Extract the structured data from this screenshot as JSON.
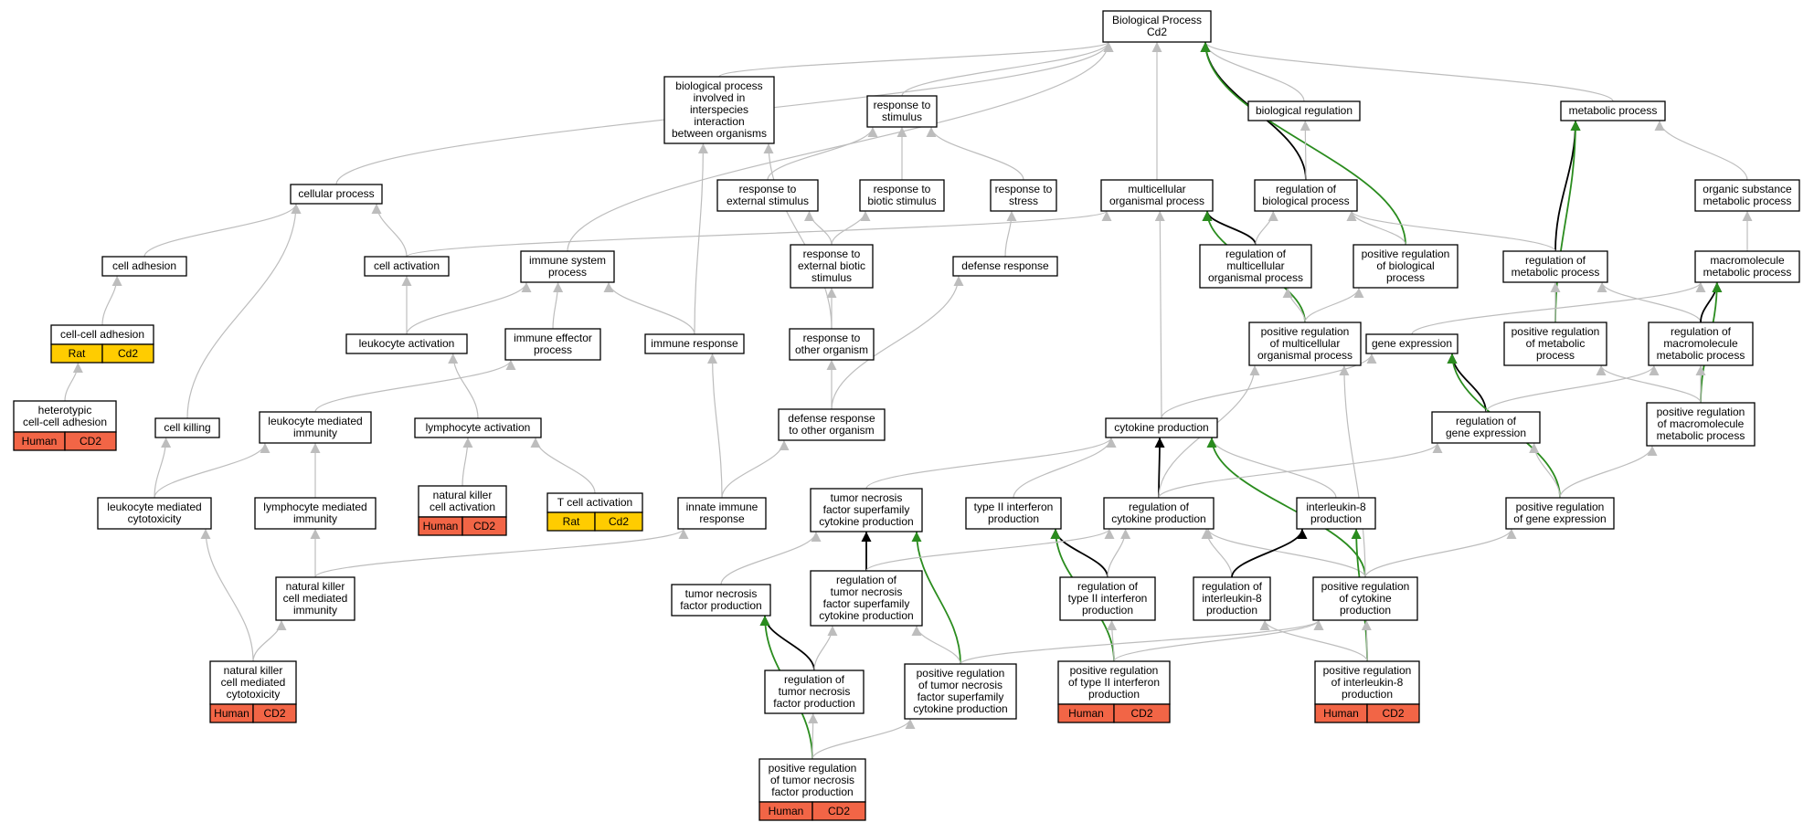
{
  "graph_title": "",
  "colors": {
    "edge_gray": "#bdbdbd",
    "edge_black": "#000000",
    "edge_green": "#2a8c1e",
    "tag_human": "#f26546",
    "tag_rat": "#ffcc00",
    "node_border": "#000000"
  },
  "nodes": [
    {
      "id": "bp",
      "lines": [
        "Biological Process",
        "Cd2"
      ]
    },
    {
      "id": "bpi",
      "lines": [
        "biological process",
        "involved in",
        "interspecies",
        "interaction",
        "between organisms"
      ]
    },
    {
      "id": "rts",
      "lines": [
        "response to",
        "stimulus"
      ]
    },
    {
      "id": "breg",
      "lines": [
        "biological regulation"
      ]
    },
    {
      "id": "metab",
      "lines": [
        "metabolic process"
      ]
    },
    {
      "id": "cellp",
      "lines": [
        "cellular process"
      ]
    },
    {
      "id": "rext",
      "lines": [
        "response to",
        "external stimulus"
      ]
    },
    {
      "id": "rbio",
      "lines": [
        "response to",
        "biotic stimulus"
      ]
    },
    {
      "id": "rstress",
      "lines": [
        "response to",
        "stress"
      ]
    },
    {
      "id": "multi",
      "lines": [
        "multicellular",
        "organismal process"
      ]
    },
    {
      "id": "regbio",
      "lines": [
        "regulation of",
        "biological process"
      ]
    },
    {
      "id": "orgsub",
      "lines": [
        "organic substance",
        "metabolic process"
      ]
    },
    {
      "id": "celladh",
      "lines": [
        "cell adhesion"
      ]
    },
    {
      "id": "cellact",
      "lines": [
        "cell activation"
      ]
    },
    {
      "id": "immsys",
      "lines": [
        "immune system",
        "process"
      ]
    },
    {
      "id": "rextbio",
      "lines": [
        "response to",
        "external biotic",
        "stimulus"
      ]
    },
    {
      "id": "defresp",
      "lines": [
        "defense response"
      ]
    },
    {
      "id": "regmulti",
      "lines": [
        "regulation of",
        "multicellular",
        "organismal process"
      ]
    },
    {
      "id": "posbio",
      "lines": [
        "positive regulation",
        "of biological",
        "process"
      ]
    },
    {
      "id": "regmetab",
      "lines": [
        "regulation of",
        "metabolic process"
      ]
    },
    {
      "id": "macro",
      "lines": [
        "macromolecule",
        "metabolic process"
      ]
    },
    {
      "id": "ccadh",
      "lines": [
        "cell-cell adhesion"
      ],
      "tags": [
        {
          "label": "Rat",
          "kind": "rat"
        },
        {
          "label": "Cd2",
          "kind": "rat"
        }
      ]
    },
    {
      "id": "leukact",
      "lines": [
        "leukocyte activation"
      ]
    },
    {
      "id": "immeff",
      "lines": [
        "immune effector",
        "process"
      ]
    },
    {
      "id": "immresp",
      "lines": [
        "immune response"
      ]
    },
    {
      "id": "rother",
      "lines": [
        "response to",
        "other organism"
      ]
    },
    {
      "id": "posmulti",
      "lines": [
        "positive regulation",
        "of multicellular",
        "organismal process"
      ]
    },
    {
      "id": "geneexp",
      "lines": [
        "gene expression"
      ]
    },
    {
      "id": "posmetab",
      "lines": [
        "positive regulation",
        "of metabolic",
        "process"
      ]
    },
    {
      "id": "regmacro",
      "lines": [
        "regulation of",
        "macromolecule",
        "metabolic process"
      ]
    },
    {
      "id": "hetero",
      "lines": [
        "heterotypic",
        "cell-cell adhesion"
      ],
      "tags": [
        {
          "label": "Human",
          "kind": "human"
        },
        {
          "label": "CD2",
          "kind": "human"
        }
      ]
    },
    {
      "id": "cellkill",
      "lines": [
        "cell killing"
      ]
    },
    {
      "id": "leukmed",
      "lines": [
        "leukocyte mediated",
        "immunity"
      ]
    },
    {
      "id": "lymphact",
      "lines": [
        "lymphocyte activation"
      ]
    },
    {
      "id": "defother",
      "lines": [
        "defense response",
        "to other organism"
      ]
    },
    {
      "id": "cytprod",
      "lines": [
        "cytokine production"
      ]
    },
    {
      "id": "reggene",
      "lines": [
        "regulation of",
        "gene expression"
      ]
    },
    {
      "id": "posmacro",
      "lines": [
        "positive regulation",
        "of macromolecule",
        "metabolic process"
      ]
    },
    {
      "id": "nkact",
      "lines": [
        "natural killer",
        "cell activation"
      ],
      "tags": [
        {
          "label": "Human",
          "kind": "human"
        },
        {
          "label": "CD2",
          "kind": "human"
        }
      ]
    },
    {
      "id": "tact",
      "lines": [
        "T cell activation"
      ],
      "tags": [
        {
          "label": "Rat",
          "kind": "rat"
        },
        {
          "label": "Cd2",
          "kind": "rat"
        }
      ]
    },
    {
      "id": "leukcyto",
      "lines": [
        "leukocyte mediated",
        "cytotoxicity"
      ]
    },
    {
      "id": "lymphmed",
      "lines": [
        "lymphocyte mediated",
        "immunity"
      ]
    },
    {
      "id": "innate",
      "lines": [
        "innate immune",
        "response"
      ]
    },
    {
      "id": "tnfsf",
      "lines": [
        "tumor necrosis",
        "factor superfamily",
        "cytokine production"
      ]
    },
    {
      "id": "ifng",
      "lines": [
        "type II interferon",
        "production"
      ]
    },
    {
      "id": "regcyt",
      "lines": [
        "regulation of",
        "cytokine production"
      ]
    },
    {
      "id": "il8",
      "lines": [
        "interleukin-8",
        "production"
      ]
    },
    {
      "id": "posgene",
      "lines": [
        "positive regulation",
        "of gene expression"
      ]
    },
    {
      "id": "nkmed",
      "lines": [
        "natural killer",
        "cell mediated",
        "immunity"
      ]
    },
    {
      "id": "tnf",
      "lines": [
        "tumor necrosis",
        "factor production"
      ]
    },
    {
      "id": "regtnfsf",
      "lines": [
        "regulation of",
        "tumor necrosis",
        "factor superfamily",
        "cytokine production"
      ]
    },
    {
      "id": "regifng",
      "lines": [
        "regulation of",
        "type II interferon",
        "production"
      ]
    },
    {
      "id": "regil8",
      "lines": [
        "regulation of",
        "interleukin-8",
        "production"
      ]
    },
    {
      "id": "poscyt",
      "lines": [
        "positive regulation",
        "of cytokine",
        "production"
      ]
    },
    {
      "id": "nkcyto",
      "lines": [
        "natural killer",
        "cell mediated",
        "cytotoxicity"
      ],
      "tags": [
        {
          "label": "Human",
          "kind": "human"
        },
        {
          "label": "CD2",
          "kind": "human"
        }
      ]
    },
    {
      "id": "regtnf",
      "lines": [
        "regulation of",
        "tumor necrosis",
        "factor production"
      ]
    },
    {
      "id": "postnfsf",
      "lines": [
        "positive regulation",
        "of tumor necrosis",
        "factor superfamily",
        "cytokine production"
      ]
    },
    {
      "id": "posifng",
      "lines": [
        "positive regulation",
        "of type II interferon",
        "production"
      ],
      "tags": [
        {
          "label": "Human",
          "kind": "human"
        },
        {
          "label": "CD2",
          "kind": "human"
        }
      ]
    },
    {
      "id": "posil8",
      "lines": [
        "positive regulation",
        "of interleukin-8",
        "production"
      ],
      "tags": [
        {
          "label": "Human",
          "kind": "human"
        },
        {
          "label": "CD2",
          "kind": "human"
        }
      ]
    },
    {
      "id": "postnf",
      "lines": [
        "positive regulation",
        "of tumor necrosis",
        "factor production"
      ],
      "tags": [
        {
          "label": "Human",
          "kind": "human"
        },
        {
          "label": "CD2",
          "kind": "human"
        }
      ]
    }
  ],
  "edges": [
    {
      "from": "bpi",
      "to": "bp",
      "kind": "gray"
    },
    {
      "from": "rts",
      "to": "bp",
      "kind": "gray"
    },
    {
      "from": "breg",
      "to": "bp",
      "kind": "gray"
    },
    {
      "from": "metab",
      "to": "bp",
      "kind": "gray"
    },
    {
      "from": "cellp",
      "to": "bp",
      "kind": "gray"
    },
    {
      "from": "immsys",
      "to": "bp",
      "kind": "gray"
    },
    {
      "from": "multi",
      "to": "bp",
      "kind": "gray"
    },
    {
      "from": "regbio",
      "to": "bp",
      "kind": "black"
    },
    {
      "from": "posbio",
      "to": "bp",
      "kind": "green"
    },
    {
      "from": "rext",
      "to": "rts",
      "kind": "gray"
    },
    {
      "from": "rbio",
      "to": "rts",
      "kind": "gray"
    },
    {
      "from": "rstress",
      "to": "rts",
      "kind": "gray"
    },
    {
      "from": "regbio",
      "to": "breg",
      "kind": "gray"
    },
    {
      "from": "orgsub",
      "to": "metab",
      "kind": "gray"
    },
    {
      "from": "regmetab",
      "to": "metab",
      "kind": "black"
    },
    {
      "from": "posmetab",
      "to": "metab",
      "kind": "green"
    },
    {
      "from": "celladh",
      "to": "cellp",
      "kind": "gray"
    },
    {
      "from": "cellact",
      "to": "cellp",
      "kind": "gray"
    },
    {
      "from": "cellkill",
      "to": "cellp",
      "kind": "gray"
    },
    {
      "from": "cellact",
      "to": "multi",
      "kind": "gray"
    },
    {
      "from": "regmulti",
      "to": "multi",
      "kind": "black"
    },
    {
      "from": "posmulti",
      "to": "multi",
      "kind": "green"
    },
    {
      "from": "cytprod",
      "to": "multi",
      "kind": "gray"
    },
    {
      "from": "regmulti",
      "to": "regbio",
      "kind": "gray"
    },
    {
      "from": "posbio",
      "to": "regbio",
      "kind": "gray"
    },
    {
      "from": "regmetab",
      "to": "regbio",
      "kind": "gray"
    },
    {
      "from": "macro",
      "to": "orgsub",
      "kind": "gray"
    },
    {
      "from": "leukact",
      "to": "cellact",
      "kind": "gray"
    },
    {
      "from": "leukact",
      "to": "immsys",
      "kind": "gray"
    },
    {
      "from": "immeff",
      "to": "immsys",
      "kind": "gray"
    },
    {
      "from": "immresp",
      "to": "immsys",
      "kind": "gray"
    },
    {
      "from": "immresp",
      "to": "bpi",
      "kind": "gray"
    },
    {
      "from": "rother",
      "to": "bpi",
      "kind": "gray"
    },
    {
      "from": "rextbio",
      "to": "rext",
      "kind": "gray"
    },
    {
      "from": "rextbio",
      "to": "rbio",
      "kind": "gray"
    },
    {
      "from": "rother",
      "to": "rextbio",
      "kind": "gray"
    },
    {
      "from": "defresp",
      "to": "rstress",
      "kind": "gray"
    },
    {
      "from": "defother",
      "to": "defresp",
      "kind": "gray"
    },
    {
      "from": "posmulti",
      "to": "regmulti",
      "kind": "gray"
    },
    {
      "from": "posmulti",
      "to": "posbio",
      "kind": "gray"
    },
    {
      "from": "posmetab",
      "to": "regmetab",
      "kind": "gray"
    },
    {
      "from": "regmacro",
      "to": "regmetab",
      "kind": "gray"
    },
    {
      "from": "regmacro",
      "to": "macro",
      "kind": "black"
    },
    {
      "from": "posmacro",
      "to": "macro",
      "kind": "green"
    },
    {
      "from": "geneexp",
      "to": "macro",
      "kind": "gray"
    },
    {
      "from": "ccadh",
      "to": "celladh",
      "kind": "gray"
    },
    {
      "from": "hetero",
      "to": "ccadh",
      "kind": "gray"
    },
    {
      "from": "lymphact",
      "to": "leukact",
      "kind": "gray"
    },
    {
      "from": "leukmed",
      "to": "immeff",
      "kind": "gray"
    },
    {
      "from": "innate",
      "to": "immresp",
      "kind": "gray"
    },
    {
      "from": "defother",
      "to": "rother",
      "kind": "gray"
    },
    {
      "from": "reggene",
      "to": "geneexp",
      "kind": "black"
    },
    {
      "from": "posgene",
      "to": "geneexp",
      "kind": "green"
    },
    {
      "from": "cytprod",
      "to": "geneexp",
      "kind": "gray"
    },
    {
      "from": "posmacro",
      "to": "posmetab",
      "kind": "gray"
    },
    {
      "from": "posmacro",
      "to": "regmacro",
      "kind": "gray"
    },
    {
      "from": "reggene",
      "to": "regmacro",
      "kind": "gray"
    },
    {
      "from": "leukcyto",
      "to": "cellkill",
      "kind": "gray"
    },
    {
      "from": "leukcyto",
      "to": "leukmed",
      "kind": "gray"
    },
    {
      "from": "lymphmed",
      "to": "leukmed",
      "kind": "gray"
    },
    {
      "from": "nkact",
      "to": "lymphact",
      "kind": "gray"
    },
    {
      "from": "tact",
      "to": "lymphact",
      "kind": "gray"
    },
    {
      "from": "innate",
      "to": "defother",
      "kind": "gray"
    },
    {
      "from": "tnfsf",
      "to": "cytprod",
      "kind": "gray"
    },
    {
      "from": "ifng",
      "to": "cytprod",
      "kind": "gray"
    },
    {
      "from": "regcyt",
      "to": "cytprod",
      "kind": "black"
    },
    {
      "from": "il8",
      "to": "cytprod",
      "kind": "gray"
    },
    {
      "from": "poscyt",
      "to": "cytprod",
      "kind": "green"
    },
    {
      "from": "regcyt",
      "to": "reggene",
      "kind": "gray"
    },
    {
      "from": "posgene",
      "to": "reggene",
      "kind": "gray"
    },
    {
      "from": "posgene",
      "to": "posmacro",
      "kind": "gray"
    },
    {
      "from": "regcyt",
      "to": "posmulti",
      "kind": "gray"
    },
    {
      "from": "poscyt",
      "to": "posmulti",
      "kind": "gray"
    },
    {
      "from": "nkmed",
      "to": "lymphmed",
      "kind": "gray"
    },
    {
      "from": "nkmed",
      "to": "innate",
      "kind": "gray"
    },
    {
      "from": "nkcyto",
      "to": "leukcyto",
      "kind": "gray"
    },
    {
      "from": "nkcyto",
      "to": "nkmed",
      "kind": "gray"
    },
    {
      "from": "tnf",
      "to": "tnfsf",
      "kind": "gray"
    },
    {
      "from": "regtnfsf",
      "to": "tnfsf",
      "kind": "black"
    },
    {
      "from": "postnfsf",
      "to": "tnfsf",
      "kind": "green"
    },
    {
      "from": "regifng",
      "to": "ifng",
      "kind": "black"
    },
    {
      "from": "posifng",
      "to": "ifng",
      "kind": "green"
    },
    {
      "from": "regtnfsf",
      "to": "regcyt",
      "kind": "gray"
    },
    {
      "from": "regifng",
      "to": "regcyt",
      "kind": "gray"
    },
    {
      "from": "regil8",
      "to": "regcyt",
      "kind": "gray"
    },
    {
      "from": "poscyt",
      "to": "regcyt",
      "kind": "gray"
    },
    {
      "from": "regil8",
      "to": "il8",
      "kind": "black"
    },
    {
      "from": "posil8",
      "to": "il8",
      "kind": "green"
    },
    {
      "from": "poscyt",
      "to": "posgene",
      "kind": "gray"
    },
    {
      "from": "regtnf",
      "to": "tnf",
      "kind": "black"
    },
    {
      "from": "postnf",
      "to": "tnf",
      "kind": "green"
    },
    {
      "from": "regtnf",
      "to": "regtnfsf",
      "kind": "gray"
    },
    {
      "from": "postnfsf",
      "to": "regtnfsf",
      "kind": "gray"
    },
    {
      "from": "posifng",
      "to": "regifng",
      "kind": "gray"
    },
    {
      "from": "posil8",
      "to": "regil8",
      "kind": "gray"
    },
    {
      "from": "posil8",
      "to": "poscyt",
      "kind": "gray"
    },
    {
      "from": "postnfsf",
      "to": "poscyt",
      "kind": "gray"
    },
    {
      "from": "posifng",
      "to": "poscyt",
      "kind": "gray"
    },
    {
      "from": "postnf",
      "to": "regtnf",
      "kind": "gray"
    },
    {
      "from": "postnf",
      "to": "postnfsf",
      "kind": "gray"
    }
  ]
}
